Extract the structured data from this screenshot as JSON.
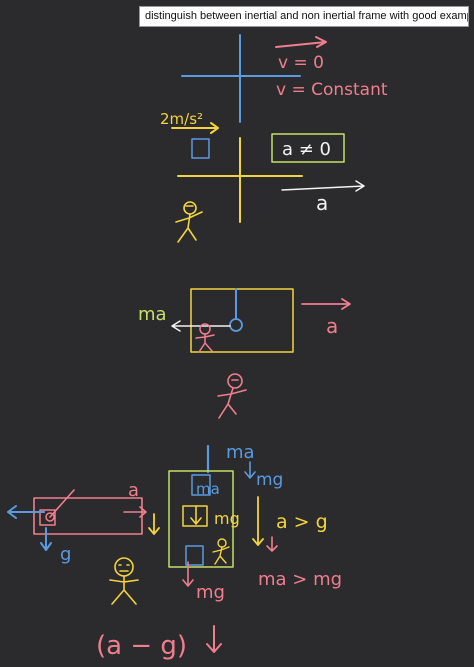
{
  "question": {
    "text": "distinguish between inertial and non inertial frame with good examples"
  },
  "colors": {
    "background": "#2b2b2d",
    "pink": "#f07e8e",
    "yellow": "#f2d43c",
    "blue": "#5a9ae0",
    "green": "#c4e06a",
    "white": "#f2f2f2"
  },
  "annotations": {
    "v_zero": "v = 0",
    "v_constant": "v = Constant",
    "accel_2ms2": "2m/s²",
    "a_not_zero": "a ≠ 0",
    "a_label_1": "a",
    "ma_label": "ma",
    "a_label_2": "a",
    "ma_top": "ma",
    "mg_top": "mg",
    "a_label_3": "a",
    "ma_box": "ma",
    "mg_mid": "mg",
    "a_greater_g": "a > g",
    "g_label": "g",
    "mg_bottom": "mg",
    "ma_gt_mg": "ma > mg",
    "a_minus_g": "(a − g)"
  }
}
